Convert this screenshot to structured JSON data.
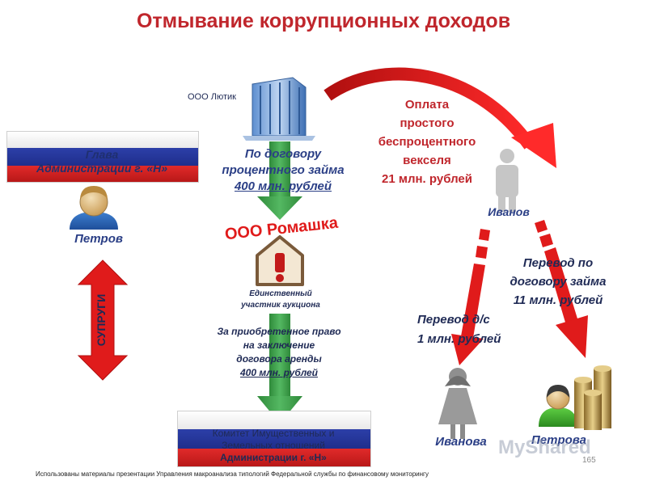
{
  "title": "Отмывание коррупционных доходов",
  "company_lyutik": "ООО Лютик",
  "head_admin": {
    "line1": "Глава",
    "line2": "Администрации г. «Н»"
  },
  "petrov_label": "Петров",
  "spouses_label": "СУПРУГИ",
  "loan_contract": {
    "line1": "По договору",
    "line2": "процентного займа",
    "line3": "400 млн. рублей"
  },
  "romashka_label": "ООО Ромашка",
  "sole_participant": {
    "line1": "Единственный",
    "line2": "участник аукциона"
  },
  "acquired_right": {
    "line1": "За приобретенное право",
    "line2": "на заключение",
    "line3": "договора аренды",
    "line4": "400 млн. рублей"
  },
  "committee": {
    "line1": "Комитет Имущественных и",
    "line2": "Земельных отношений",
    "line3": "Администрации г. «Н»"
  },
  "payment": {
    "line1": "Оплата",
    "line2": "простого",
    "line3": "беспроцентного",
    "line4": "векселя",
    "line5": "21 млн. рублей"
  },
  "ivanov_label": "Иванов",
  "loan_transfer": {
    "line1": "Перевод по",
    "line2": "договору займа",
    "line3": "11 млн. рублей"
  },
  "cash_transfer": {
    "line1": "Перевод д/с",
    "line2": "1 млн. рублей"
  },
  "ivanova_label": "Иванова",
  "petrova_label": "Петрова",
  "page_number": "165",
  "footer_note": "Использованы материалы презентации Управления макроанализа типологий Федеральной службы по финансовому мониторингу",
  "watermark": "MyShared",
  "colors": {
    "title_red": "#c0262c",
    "arrow_green": "#3d9b47",
    "arrow_red": "#e01b1b",
    "text_blue": "#2b3f86"
  }
}
